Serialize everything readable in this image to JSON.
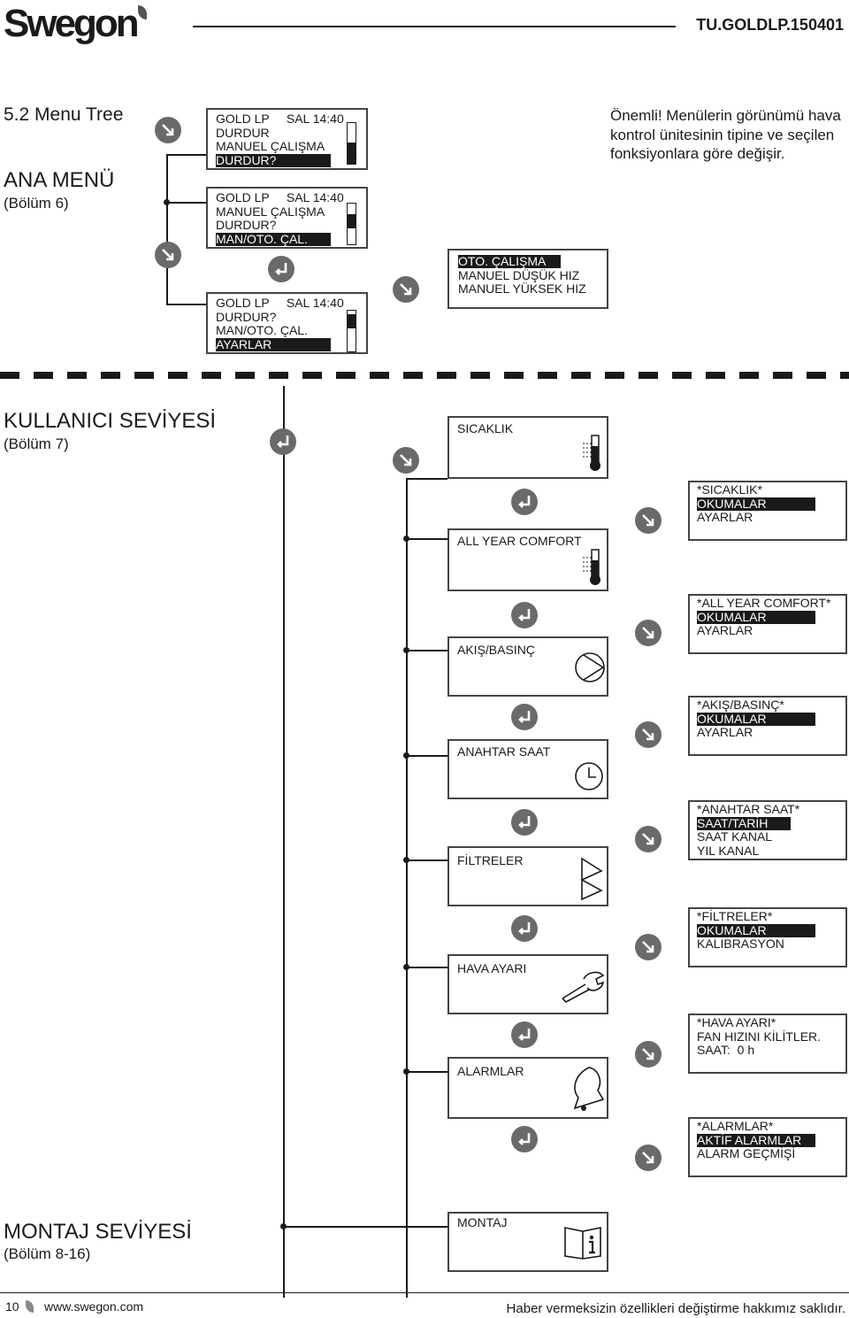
{
  "header": {
    "logo": "Swegon",
    "doc_number": "TU.GOLDLP.150401"
  },
  "section_main": {
    "heading": "5.2 Menu Tree",
    "title": "ANA MENÜ",
    "subtitle": "(Bölüm 6)"
  },
  "lcd1": {
    "l1": "GOLD LP     SAL 14:40",
    "l2": "DURDUR",
    "l3": "MANUEL ÇALIŞMA",
    "l4": "DURDUR?"
  },
  "lcd2": {
    "l1": "GOLD LP     SAL 14:40",
    "l2": "MANUEL ÇALIŞMA",
    "l3": "DURDUR?",
    "l4": "MAN/OTO. ÇAL."
  },
  "lcd3": {
    "l1": "GOLD LP     SAL 14:40",
    "l2": "DURDUR?",
    "l3": "MAN/OTO. ÇAL.",
    "l4": "AYARLAR"
  },
  "lcd4": {
    "l1": "OTO. ÇALIŞMA",
    "l2": "MANUEL DÜŞÜK HIZ",
    "l3": "MANUEL YÜKSEK HIZ"
  },
  "note": "Önemli! Menülerin görünümü hava kontrol ünitesinin tipine ve seçilen fonksiyonlara göre değişir.",
  "section_user": {
    "title": "KULLANICI SEVİYESİ",
    "subtitle": "(Bölüm 7)"
  },
  "menu_items": [
    {
      "label": "SICAKLIK",
      "icon": "thermometer-icon"
    },
    {
      "label": "ALL YEAR COMFORT",
      "icon": "thermometer-icon"
    },
    {
      "label": "AKIŞ/BASINÇ",
      "icon": "fan-play-icon"
    },
    {
      "label": "ANAHTAR SAAT",
      "icon": "clock-icon"
    },
    {
      "label": "FİLTRELER",
      "icon": "filter-icon"
    },
    {
      "label": "HAVA AYARI",
      "icon": "wrench-icon"
    },
    {
      "label": "ALARMLAR",
      "icon": "bell-icon"
    }
  ],
  "sub_panels": [
    {
      "l1": "*SICAKLIK*",
      "l2": "OKUMALAR",
      "l3": "AYARLAR"
    },
    {
      "l1": "*ALL YEAR COMFORT*",
      "l2": "OKUMALAR",
      "l3": "AYARLAR"
    },
    {
      "l1": "*AKIŞ/BASINÇ*",
      "l2": "OKUMALAR",
      "l3": "AYARLAR"
    },
    {
      "l1": "*ANAHTAR SAAT*",
      "l2": "SAAT/TARİH",
      "l3": "SAAT KANAL",
      "l4": "YIL KANAL"
    },
    {
      "l1": "*FİLTRELER*",
      "l2": "OKUMALAR",
      "l3": "KALIBRASYON"
    },
    {
      "l1": "*HAVA AYARI*",
      "l2": "FAN HIZINI KİLİTLER.",
      "l3": "SAAT:  0 h"
    },
    {
      "l1": "*ALARMLAR*",
      "l2": "AKTİF ALARMLAR",
      "l3": "ALARM GEÇMİŞİ"
    }
  ],
  "section_install": {
    "title": "MONTAJ SEVİYESİ",
    "subtitle": "(Bölüm 8-16)",
    "panel_label": "MONTAJ",
    "icon": "manual-info-icon"
  },
  "footer": {
    "page": "10",
    "url": "www.swegon.com",
    "disclaimer": "Haber vermeksizin özellikleri değiştirme hakkımız saklıdır."
  },
  "colors": {
    "ink": "#1a1a1a",
    "button_grey": "#6a6a6a"
  }
}
